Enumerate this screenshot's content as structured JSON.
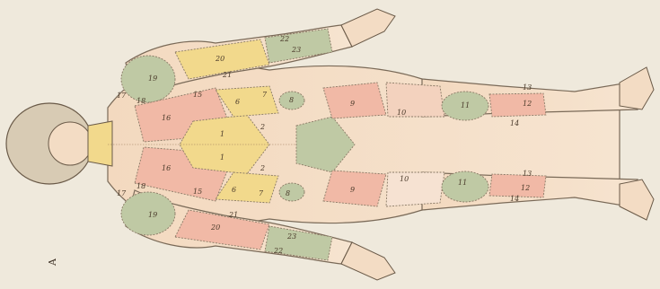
{
  "plate": {
    "letter": "A",
    "region_labels": {
      "head_l": "17",
      "head_r": "17",
      "chest_l": "16",
      "chest_r": "16",
      "clav_l": "18",
      "clav_r": "18",
      "shoulder_l": "19",
      "shoulder_r": "19",
      "upperarm_l": "20",
      "upperarm_r": "20",
      "elbow_l": "21",
      "elbow_r": "21",
      "forearm_l": "22",
      "forearm_r": "22",
      "wrist_l": "23",
      "wrist_r": "23",
      "axilla_l": "15",
      "axilla_r": "15",
      "belly_l": "1",
      "belly_r": "1",
      "ab_l": "2",
      "ab_r": "2",
      "hypo_l": "6",
      "hypo_r": "6",
      "flank_l": "7",
      "flank_r": "7",
      "groin_l": "8",
      "groin_r": "8",
      "thigh_l": "9",
      "thigh_r": "9",
      "leg_l": "10",
      "leg_r": "10",
      "knee_l": "11",
      "knee_r": "11",
      "shin_l": "12",
      "shin_r": "12",
      "calf_l": "13",
      "calf_r": "13",
      "ankle_l": "14",
      "ankle_r": "14"
    },
    "colors": {
      "paper": "#efe9dc",
      "skin": "#f3dcc4",
      "yellow": "#f2d98c",
      "pink": "#f1b9a6",
      "green": "#bfc9a4",
      "outline": "#7a6a58",
      "dotted": "#9a7a5a"
    }
  }
}
